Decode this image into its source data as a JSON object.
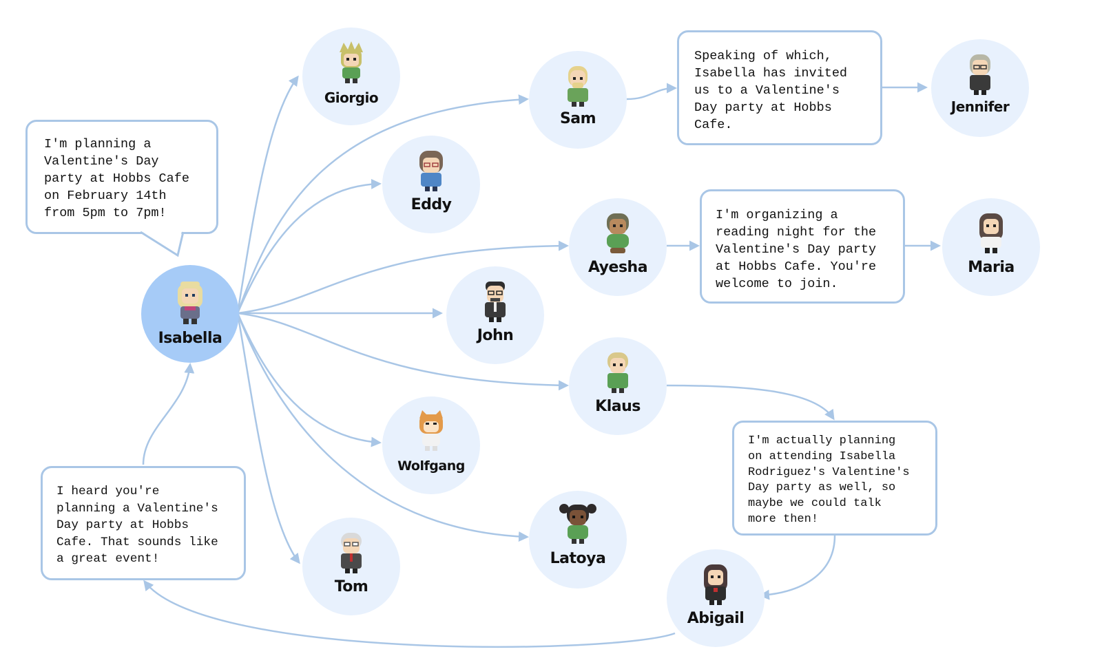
{
  "nodes": {
    "isabella": {
      "name": "Isabella",
      "hair": "#e9dca0",
      "shirt": "#6a6f8a",
      "skin": "#f4d6b6"
    },
    "giorgio": {
      "name": "Giorgio",
      "hair": "#c8c06a",
      "shirt": "#5aa055",
      "skin": "#f4d6b6"
    },
    "eddy": {
      "name": "Eddy",
      "hair": "#7a6656",
      "shirt": "#4f86c6",
      "skin": "#f4d6b6"
    },
    "sam": {
      "name": "Sam",
      "hair": "#e6d28c",
      "shirt": "#6aa35a",
      "skin": "#f4d6b6"
    },
    "jennifer": {
      "name": "Jennifer",
      "hair": "#b7b7a6",
      "shirt": "#3a3a3a",
      "skin": "#f4d6b6"
    },
    "ayesha": {
      "name": "Ayesha",
      "hair": "#6f6f55",
      "shirt": "#5aa055",
      "skin": "#b88a5e"
    },
    "maria": {
      "name": "Maria",
      "hair": "#5a4a44",
      "shirt": "#f2f2f2",
      "skin": "#f4d6b6"
    },
    "john": {
      "name": "John",
      "hair": "#2e2e2e",
      "shirt": "#3a3a3a",
      "skin": "#f4d6b6"
    },
    "klaus": {
      "name": "Klaus",
      "hair": "#d9c88a",
      "shirt": "#5aa055",
      "skin": "#f4d6b6"
    },
    "wolfgang": {
      "name": "Wolfgang",
      "hair": "#e39a4a",
      "shirt": "#f2f2f2",
      "skin": "#fbe3c6"
    },
    "latoya": {
      "name": "Latoya",
      "hair": "#2e2a2a",
      "shirt": "#5aa055",
      "skin": "#7a5238"
    },
    "tom": {
      "name": "Tom",
      "hair": "#d9d9d9",
      "shirt": "#4a4a4a",
      "skin": "#f4d6b6"
    },
    "abigail": {
      "name": "Abigail",
      "hair": "#4a3a3a",
      "shirt": "#2e2e2e",
      "skin": "#f4d6b6"
    }
  },
  "bubbles": {
    "isabella_plan": {
      "lines": [
        "I'm planning a",
        "Valentine's Day",
        "party at Hobbs Cafe",
        "on February 14th",
        "from 5pm to 7pm!"
      ]
    },
    "sam_jennifer": {
      "lines": [
        "Speaking of which,",
        "Isabella has invited",
        "us to a Valentine's",
        "Day party at Hobbs",
        "Cafe."
      ]
    },
    "ayesha_maria": {
      "lines": [
        "I'm organizing a",
        "reading night for the",
        "Valentine's Day party",
        "at Hobbs Cafe. You're",
        "welcome to join."
      ]
    },
    "klaus_abigail": {
      "lines": [
        "I'm actually planning",
        "on attending Isabella",
        "Rodriguez's Valentine's",
        "Day party as well, so",
        "maybe we could talk",
        "more then!"
      ]
    },
    "abigail_isabella": {
      "lines": [
        "I heard you're",
        "planning a Valentine's",
        "Day party at Hobbs",
        "Cafe. That sounds like",
        "a great event!"
      ]
    }
  },
  "colors": {
    "edge": "#a9c6e6",
    "node_fill": "#e8f1fd",
    "main_node_fill": "#a6cbf7",
    "bubble_border": "#a9c6e6"
  }
}
